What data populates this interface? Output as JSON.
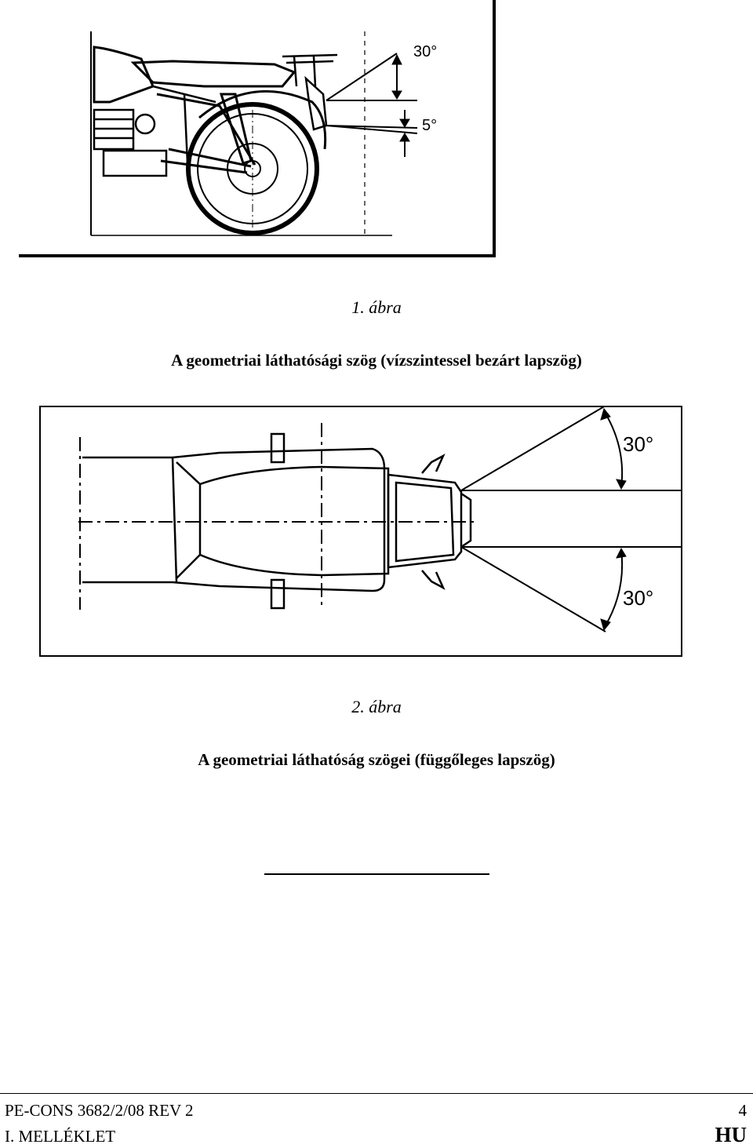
{
  "figure1": {
    "angle_upper": "30°",
    "angle_lower": "5°",
    "caption_number": "1. ábra",
    "caption_title": "A geometriai láthatósági szög (vízszintessel bezárt lapszög)"
  },
  "figure2": {
    "angle_upper": "30°",
    "angle_lower": "30°",
    "caption_number": "2. ábra",
    "caption_title": "A geometriai láthatóság szögei (függőleges lapszög)"
  },
  "footer": {
    "document_code": "PE-CONS 3682/2/08 REV 2",
    "annex": "I. MELLÉKLET",
    "page_number": "4",
    "language": "HU"
  }
}
